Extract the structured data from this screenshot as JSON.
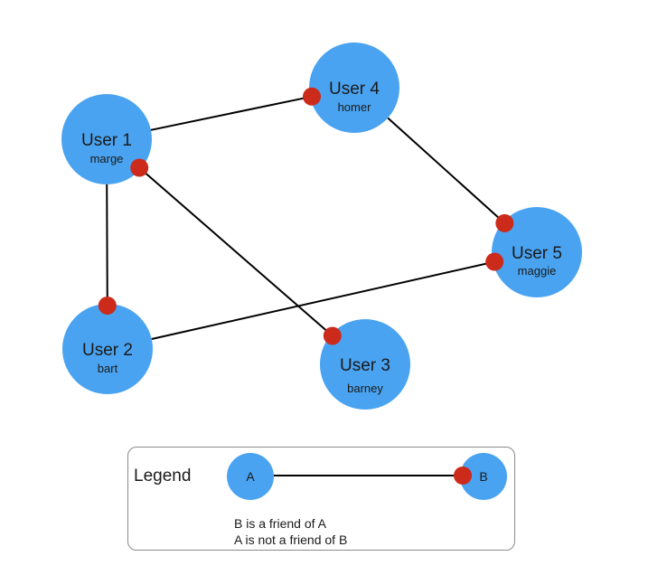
{
  "diagram": {
    "colors": {
      "node_fill": "#4aa3f0",
      "edge": "#000000",
      "endpoint_fill": "#cc2a1b"
    },
    "nodes": [
      {
        "id": "u1",
        "label": "User 1",
        "sublabel": "marge"
      },
      {
        "id": "u2",
        "label": "User 2",
        "sublabel": "bart"
      },
      {
        "id": "u3",
        "label": "User 3",
        "sublabel": "barney"
      },
      {
        "id": "u4",
        "label": "User 4",
        "sublabel": "homer"
      },
      {
        "id": "u5",
        "label": "User 5",
        "sublabel": "maggie"
      }
    ],
    "edges": [
      {
        "from": "u1",
        "to": "u4"
      },
      {
        "from": "u4",
        "to": "u5"
      },
      {
        "from": "u1",
        "to": "u2"
      },
      {
        "from": "u1",
        "to": "u3"
      },
      {
        "from": "u2",
        "to": "u5"
      }
    ]
  },
  "legend": {
    "title": "Legend",
    "node_a": "A",
    "node_b": "B",
    "line1": "B is a friend of A",
    "line2": "A is not a friend of B"
  }
}
